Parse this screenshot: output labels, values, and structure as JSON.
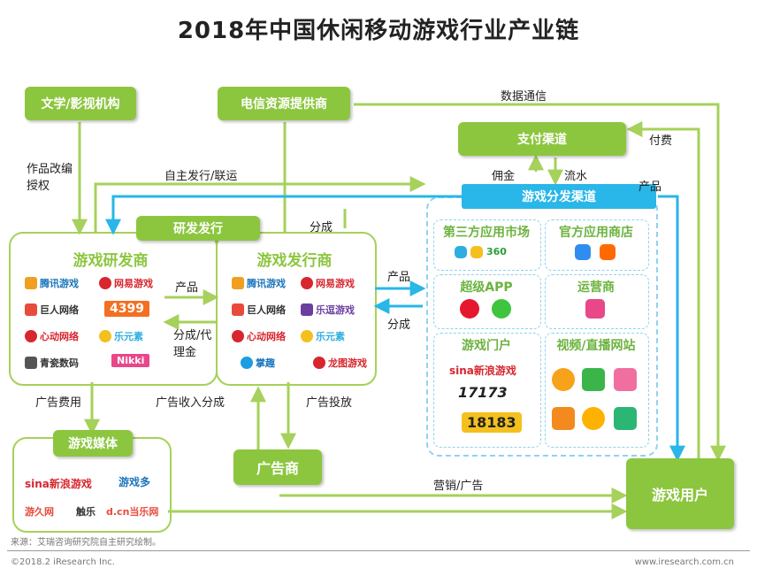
{
  "title": "2018年中国休闲移动游戏行业产业链",
  "nodes": {
    "literature": "文学/影视机构",
    "telecom": "电信资源提供商",
    "payment": "支付渠道",
    "distribution": "游戏分发渠道",
    "rd_publish": "研发发行",
    "developer": "游戏研发商",
    "publisher": "游戏发行商",
    "media": "游戏媒体",
    "advertiser": "广告商",
    "users": "游戏用户"
  },
  "sub_channels": {
    "third_party": "第三方应用市场",
    "official": "官方应用商店",
    "super_app": "超级APP",
    "operator": "运营商",
    "portal": "游戏门户",
    "video": "视频/直播网站"
  },
  "labels": {
    "data_comm": "数据通信",
    "rights": "作品改编授权",
    "self_publish": "自主发行/联运",
    "share_top": "分成",
    "pay_fee": "付费",
    "commission": "佣金",
    "flow": "流水",
    "product_right": "产品",
    "product_mid": "产品",
    "share_agent": "分成/代理金",
    "product_dist": "产品",
    "share_dist": "分成",
    "ad_fee": "广告费用",
    "ad_income": "广告收入分成",
    "ad_place": "广告投放",
    "marketing": "营销/广告"
  },
  "logos": {
    "dev": [
      "腾讯游戏",
      "网易游戏",
      "巨人网络",
      "4399",
      "心动网络",
      "乐元素",
      "青瓷数码",
      "Nikki"
    ],
    "pub": [
      "腾讯游戏",
      "网易游戏",
      "巨人网络",
      "乐逗游戏",
      "心动网络",
      "乐元素",
      "掌趣",
      "龙图游戏"
    ],
    "media": [
      "sina新浪游戏",
      "游戏多",
      "游久网",
      "触乐",
      "d.cn当乐网"
    ],
    "portal": [
      "sina新浪游戏",
      "17173",
      "18183"
    ],
    "third_party": [
      "360"
    ]
  },
  "footer": {
    "source": "来源：艾瑞咨询研究院自主研究绘制。",
    "copyright": "©2018.2 iResearch Inc.",
    "site": "www.iresearch.com.cn"
  },
  "colors": {
    "green": "#8cc63f",
    "blue": "#29b6e8",
    "arrow_green": "#a6d15a",
    "arrow_blue": "#29b6e8"
  }
}
